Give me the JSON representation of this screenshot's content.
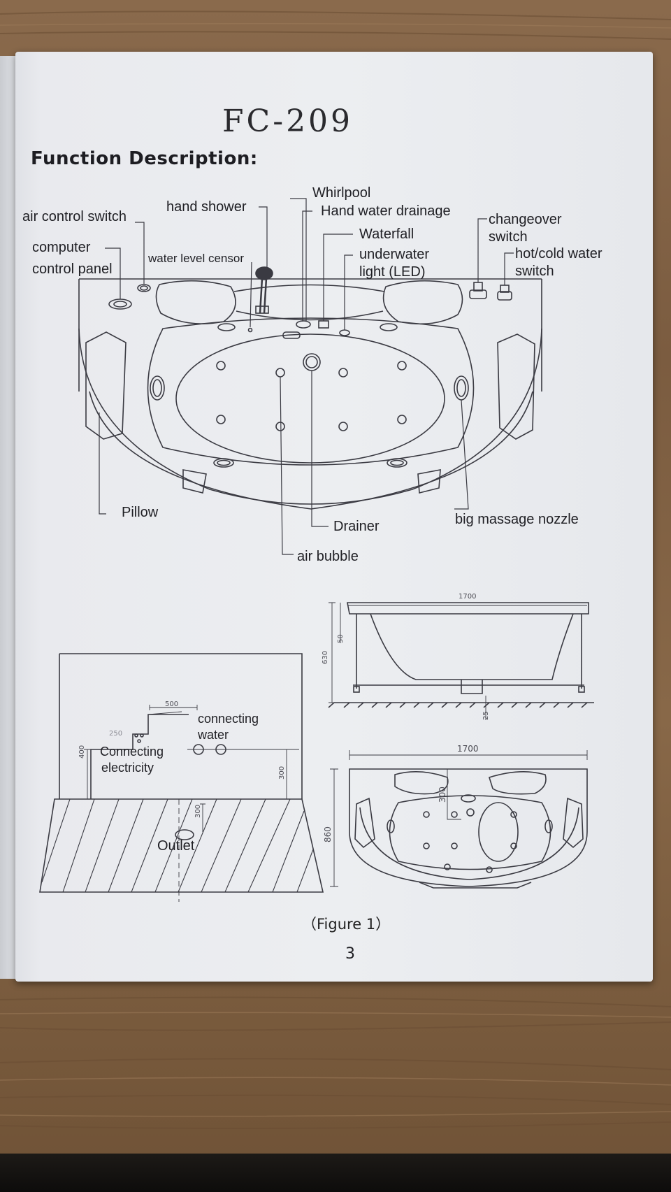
{
  "document": {
    "model": "FC-209",
    "heading": "Function Description:",
    "caption": "（Figure 1）",
    "page_number": "3"
  },
  "labels": {
    "air_control_switch": "air control switch",
    "computer": "computer",
    "control_panel": "control panel",
    "hand_shower": "hand shower",
    "water_level_censor": "water level censor",
    "whirlpool": "Whirlpool",
    "hand_water_drainage": "Hand water drainage",
    "waterfall": "Waterfall",
    "underwater": "underwater",
    "light_led": "light (LED)",
    "changeover": "changeover",
    "switch_1": "switch",
    "hot_cold_water": "hot/cold water",
    "switch_2": "switch",
    "pillow": "Pillow",
    "drainer": "Drainer",
    "big_massage_nozzle": "big massage nozzle",
    "air_bubble": "air bubble",
    "connecting": "connecting",
    "water": "water",
    "connecting_electricity_1": "Connecting",
    "connecting_electricity_2": "electricity",
    "outlet": "Outlet"
  },
  "dimensions": {
    "side_length": "1700",
    "side_height": "630",
    "rim": "50",
    "feet": "25",
    "top_length": "1700",
    "top_width": "860",
    "top_inner": "300",
    "install_500": "500",
    "install_400": "400",
    "install_300_right": "300",
    "install_300_outlet": "300",
    "install_250": "250"
  },
  "colors": {
    "paper": "#eceef1",
    "ink": "#1f1f24",
    "wood": "#7b5c40"
  }
}
